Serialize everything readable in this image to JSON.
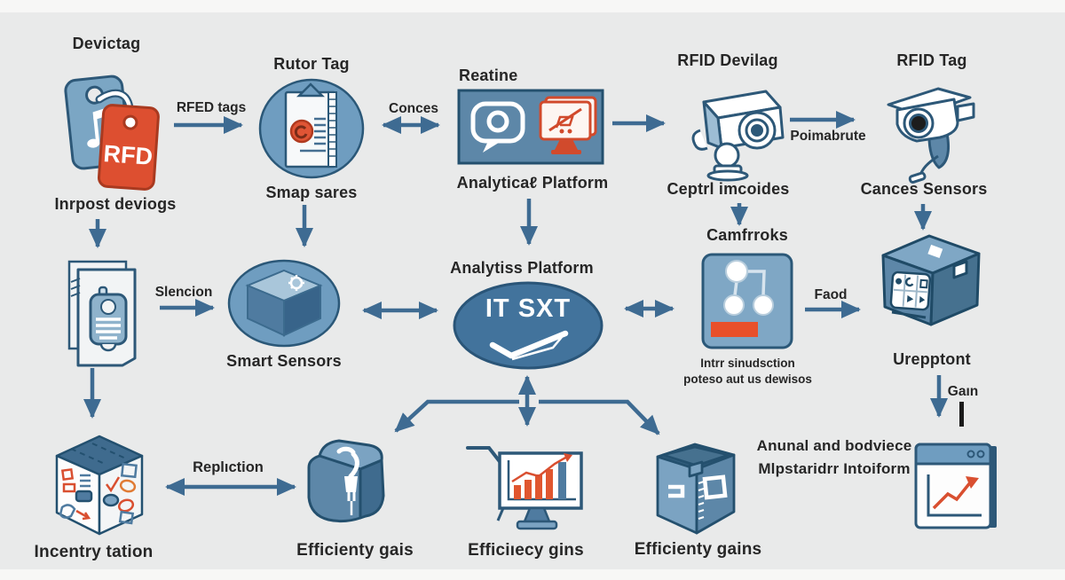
{
  "colors": {
    "background": "#e9eaea",
    "arrow": "#3e6b92",
    "outline": "#2d5878",
    "node_blue": "#7fa7c5",
    "hub_blue": "#42739c",
    "accent_red": "#dd4f30",
    "text": "#262626"
  },
  "nodes": {
    "devictag": {
      "title": "Devictag",
      "caption": "Inrpost deviogs",
      "tag_label": "RFD"
    },
    "rutor_tag": {
      "title": "Rutor Tag",
      "caption": "Smap sares"
    },
    "analytica_platform": {
      "title": "Reatine",
      "caption": "Analyticaℓ Platform"
    },
    "rfid_devilag": {
      "title": "RFID Devilag",
      "caption": "Ceptrl imcoides"
    },
    "rfid_tag": {
      "title": "RFID Tag",
      "caption": "Cances Sensors"
    },
    "smart_sensors": {
      "caption": "Smart Sensors"
    },
    "analytics_hub": {
      "title": "Analytiss Platform",
      "label": "IT SXT"
    },
    "camfrroks": {
      "title": "Camfrroks",
      "caption_line1": "Intrr sinudsction",
      "caption_line2": "poteso aut us dewisos"
    },
    "urepptont": {
      "caption": "Urepptont"
    },
    "incentry": {
      "caption": "Incentry tation"
    },
    "plug_cube": {
      "caption": "Efficienty gais"
    },
    "cart_chart": {
      "caption": "Efficiıecy gins"
    },
    "open_box": {
      "caption": "Efficienty gains"
    },
    "report": {
      "caption_line1": "Anunal and bodviece",
      "caption_line2": "Mlpstaridrr Intoiform"
    }
  },
  "edges": {
    "rfed_tags": "RFED tags",
    "conces": "Conces",
    "poimabrute": "Poimabrute",
    "slencion": "Slencion",
    "faod": "Faod",
    "replction": "Replıction",
    "gain": "Gaın"
  }
}
